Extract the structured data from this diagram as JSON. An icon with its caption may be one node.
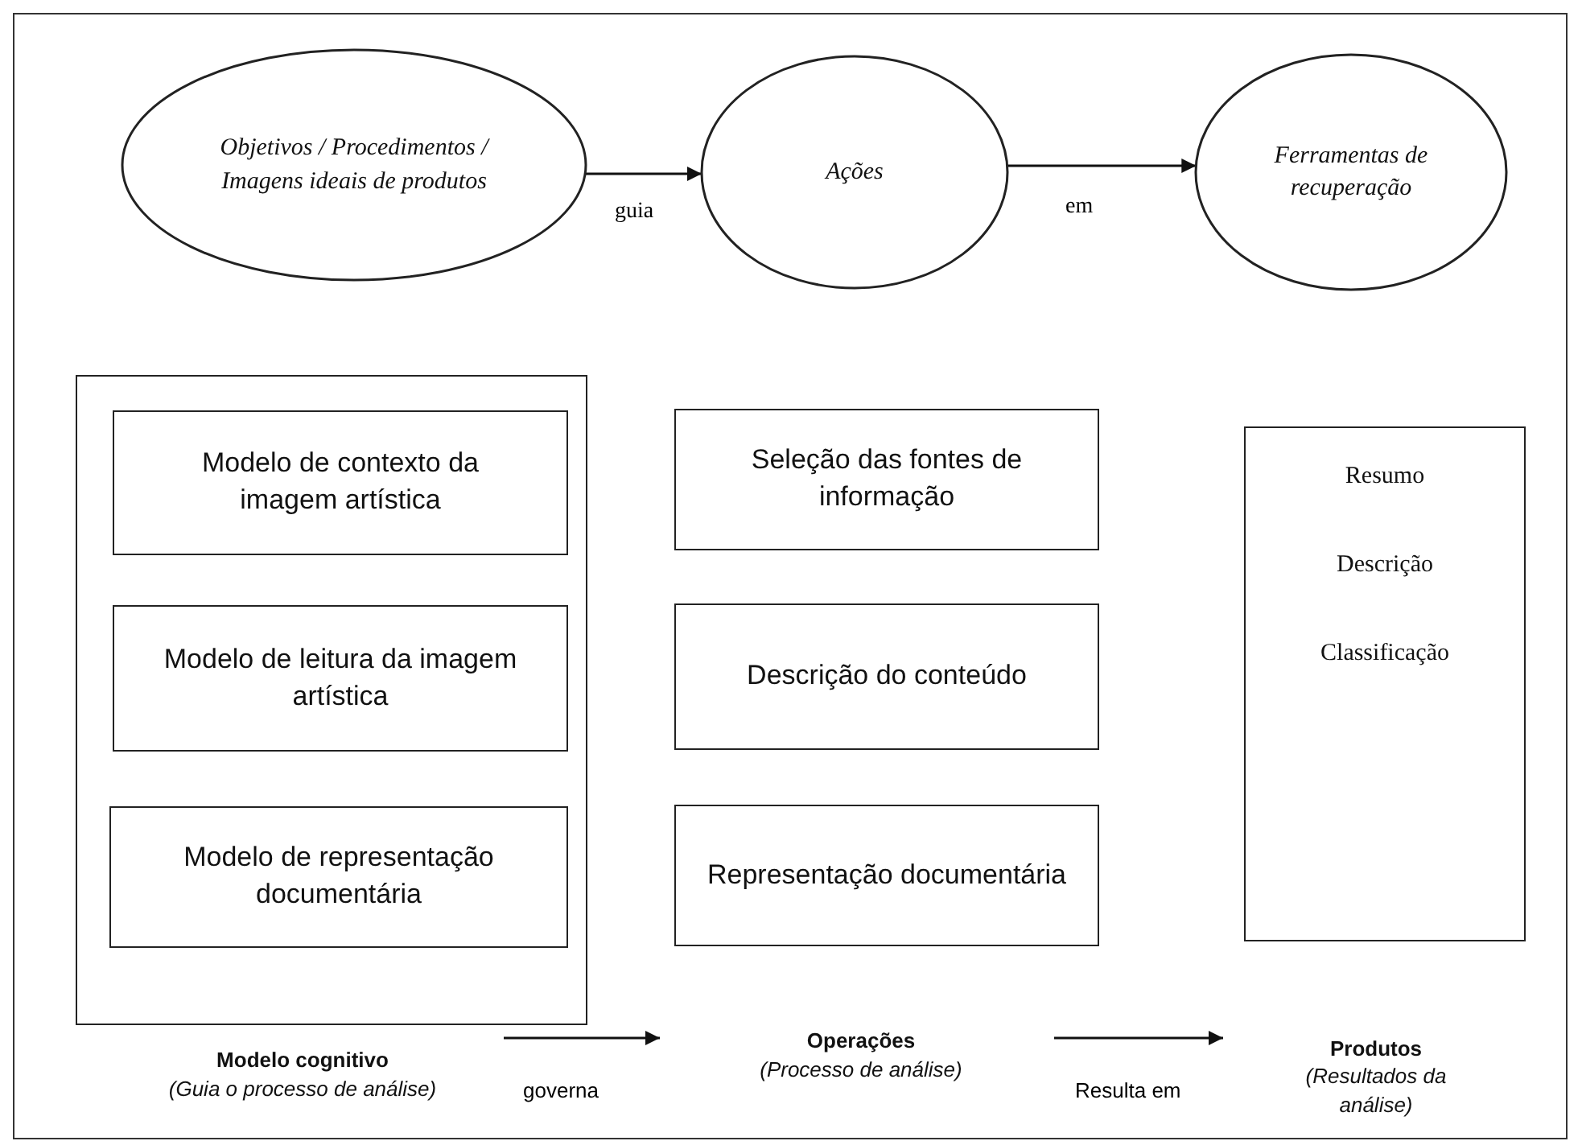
{
  "diagram": {
    "nodes": [
      {
        "text": [
          "Objetivos / Procedimentos / Imagens ideais de produtos"
        ]
      },
      {
        "text": [
          "Ações"
        ]
      },
      {
        "text": [
          "Ferramentas de recuperação"
        ]
      },
      {
        "text": [],
        "shape": "box"
      },
      {
        "text": [
          "Modelo de contexto da imagem artística"
        ],
        "in": 3
      },
      {
        "text": [
          "Modelo de leitura da imagem artística"
        ],
        "in": 3
      },
      {
        "text": [
          "Modelo de representação documentária"
        ],
        "in": 3
      },
      {
        "text": [
          "Seleção das fontes de informação"
        ]
      },
      {
        "text": [
          "Descrição do conteúdo"
        ]
      },
      {
        "text": [
          "Representação documentária"
        ]
      },
      {
        "text": [
          "Resumo",
          "Descrição",
          "Classificação"
        ]
      },
      {
        "text": [
          "Modelo cognitivo",
          "(Guia o processo de análise)"
        ]
      },
      {
        "text": [
          "Operações",
          "(Processo de análise)"
        ]
      },
      {
        "text": [
          "Produtos",
          "(Resultados da análise)"
        ]
      }
    ],
    "edges": [
      {
        "from": 0,
        "to": 1,
        "arrow": "to",
        "label": "guia"
      },
      {
        "from": 1,
        "to": 2,
        "arrow": "to",
        "label": "em"
      },
      {
        "from": 11,
        "to": 12,
        "arrow": "to",
        "label": "governa"
      },
      {
        "from": 12,
        "to": 13,
        "arrow": "to",
        "label": "Resulta em"
      }
    ]
  }
}
